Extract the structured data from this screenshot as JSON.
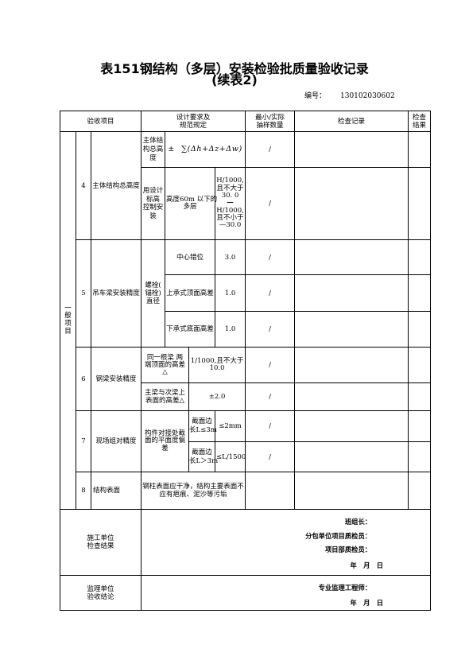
{
  "title": "表151钢结构（多层）安装检验批质量验收记录",
  "subtitle": "(续表2)",
  "serial": {
    "label": "编号：",
    "value": "130102030602"
  },
  "header": {
    "item": "验收项目",
    "design_lines": [
      "设计要求及",
      "规范规定"
    ],
    "sample_lines": [
      "最小/实际",
      "抽样数量"
    ],
    "record": "检查记录",
    "result_lines": [
      "检查",
      "结果"
    ]
  },
  "section_label": "一般项目",
  "item4": {
    "no": "4",
    "name": "主体结构总高度",
    "a_label_lines": [
      "主体结",
      "构总高",
      "度"
    ],
    "a_tolerance_sign": "±",
    "a_tolerance_formula": "∑(Δh+Δz+Δw)",
    "a_sample": "/",
    "b_label_lines": [
      "用设计",
      "标高",
      "控制安",
      "装"
    ],
    "b_condition_lines": [
      "高度60m 以下的",
      "多层"
    ],
    "b_tolerance_lines": [
      "H/1000,",
      "且不大于",
      "30. 0",
      "—",
      "H/1000,",
      "且不小于",
      "—30.0"
    ],
    "b_sample": "/"
  },
  "item5": {
    "no": "5",
    "name": "吊车梁安装精度",
    "group_lines": [
      "螺栓(",
      "锚栓)",
      "直径"
    ],
    "checks": [
      {
        "label": "中心错位",
        "tolerance": "3.0",
        "sample": "/"
      },
      {
        "label": "上承式顶面高差",
        "tolerance": "1.0",
        "sample": "/"
      },
      {
        "label": "下承式底面高差",
        "tolerance": "1.0",
        "sample": "/"
      }
    ]
  },
  "item6": {
    "no": "6",
    "name": "钢梁安装精度",
    "checks": [
      {
        "label_lines": [
          "同一根梁 两",
          "端顶面的高差",
          "△"
        ],
        "tolerance_lines": [
          "1/1000,且不大于",
          "10.0"
        ],
        "sample": "/"
      },
      {
        "label_lines": [
          "主梁与次梁上",
          "表面的高差△"
        ],
        "tolerance": "±2.0",
        "sample": "/"
      }
    ]
  },
  "item7": {
    "no": "7",
    "name": "现场组对精度",
    "group_lines": [
      "构件对接处截",
      "面的平面度偏",
      "差"
    ],
    "checks": [
      {
        "label_lines": [
          "截面边",
          "长L≤3m"
        ],
        "tolerance": "≤2mm",
        "sample": "/"
      },
      {
        "label_lines": [
          "截面边",
          "长L＞3m"
        ],
        "tolerance": "≤L/1500",
        "sample": "/"
      }
    ]
  },
  "item8": {
    "no": "8",
    "name": "结构表面",
    "requirement_lines": [
      "钢柱表面应干净，结构主要表面不",
      "应有疤痕、泥沙等污垢"
    ]
  },
  "contractor": {
    "label_lines": [
      "施工单位",
      "检查结果"
    ],
    "team_leader": "班组长：",
    "sub_inspector": "分包单位项目质检员：",
    "dept_inspector": "项目部质检员：",
    "date": "年　月　日"
  },
  "supervisor": {
    "label_lines": [
      "监理单位",
      "验收结论"
    ],
    "engineer": "专业监理工程师：",
    "date": "年　月　日"
  }
}
